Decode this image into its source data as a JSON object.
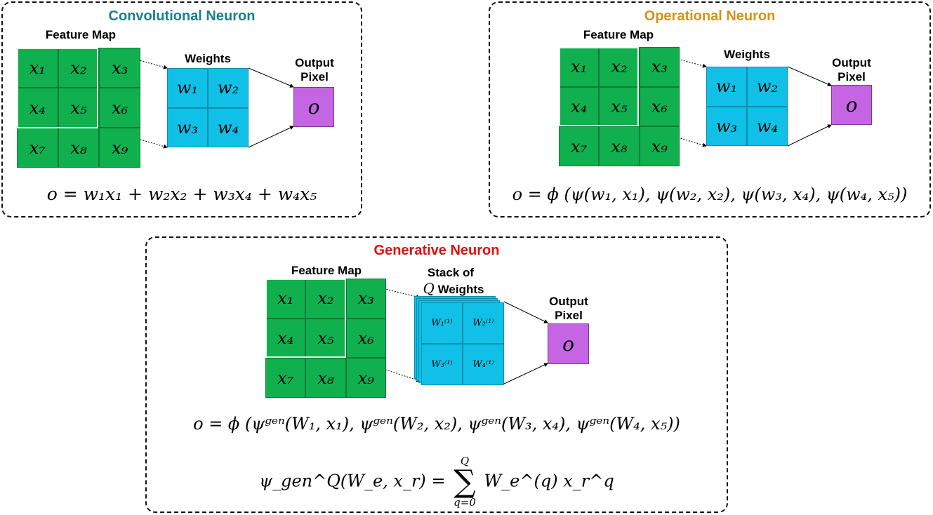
{
  "panels": {
    "conv": {
      "title": "Convolutional Neuron",
      "title_color": "#1a7f8e",
      "feature_map_label": "Feature Map",
      "weights_label": "Weights",
      "output_label": "Output Pixel",
      "output_symbol": "o",
      "feature_cells": [
        "x₁",
        "x₂",
        "x₃",
        "x₄",
        "x₅",
        "x₆",
        "x₇",
        "x₈",
        "x₉"
      ],
      "weight_cells": [
        "w₁",
        "w₂",
        "w₃",
        "w₄"
      ],
      "formula": "o = w₁x₁ + w₂x₂ + w₃x₄ + w₄x₅"
    },
    "oper": {
      "title": "Operational Neuron",
      "title_color": "#d4921a",
      "feature_map_label": "Feature Map",
      "weights_label": "Weights",
      "output_label": "Output Pixel",
      "output_symbol": "o",
      "feature_cells": [
        "x₁",
        "x₂",
        "x₃",
        "x₄",
        "x₅",
        "x₆",
        "x₇",
        "x₈",
        "x₉"
      ],
      "weight_cells": [
        "w₁",
        "w₂",
        "w₃",
        "w₄"
      ],
      "formula": "o = ϕ (ψ(w₁, x₁), ψ(w₂, x₂), ψ(w₃, x₄), ψ(w₄, x₅))"
    },
    "gen": {
      "title": "Generative Neuron",
      "title_color": "#e01010",
      "feature_map_label": "Feature Map",
      "stack_label_1": "Stack of",
      "stack_label_q": "Q",
      "stack_label_2": "Weights",
      "output_label": "Output Pixel",
      "output_symbol": "o",
      "feature_cells": [
        "x₁",
        "x₂",
        "x₃",
        "x₄",
        "x₅",
        "x₆",
        "x₇",
        "x₈",
        "x₉"
      ],
      "weight_cells": [
        "W₁⁽¹⁾",
        "W₂⁽¹⁾",
        "W₃⁽¹⁾",
        "W₄⁽¹⁾"
      ],
      "formula1": "o = ϕ (ψᵍᵉⁿ(W₁, x₁), ψᵍᵉⁿ(W₂, x₂), ψᵍᵉⁿ(W₃, x₄), ψᵍᵉⁿ(W₄, x₅))",
      "formula2_lhs": "ψ_gen^Q(W_e, x_r) =",
      "sum_upper": "Q",
      "sum_lower": "q=0",
      "formula2_rhs": "W_e^(q) x_r^q"
    }
  },
  "colors": {
    "feature_green": "#11b04f",
    "weight_cyan": "#10c0e6",
    "output_purple": "#c665e3"
  }
}
